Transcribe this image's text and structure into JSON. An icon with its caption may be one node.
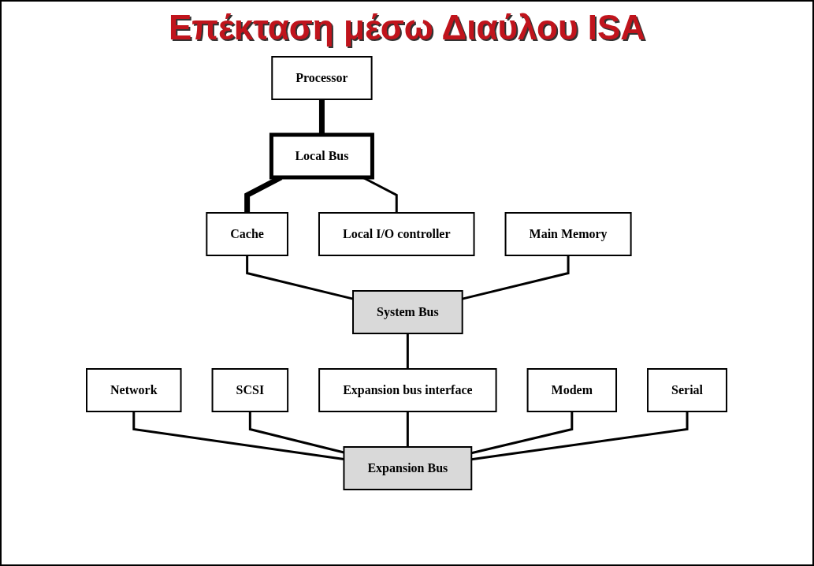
{
  "diagram": {
    "title": "Επέκταση μέσω Διαύλου ISA",
    "nodes": [
      {
        "text": [
          "Processor"
        ]
      },
      {
        "text": [
          "Local Bus"
        ]
      },
      {
        "text": [
          "Cache"
        ]
      },
      {
        "text": [
          "Local I/O controller"
        ]
      },
      {
        "text": [
          "Main Memory"
        ]
      },
      {
        "text": [
          "System Bus"
        ]
      },
      {
        "text": [
          "Network"
        ]
      },
      {
        "text": [
          "SCSI"
        ]
      },
      {
        "text": [
          "Expansion bus interface"
        ]
      },
      {
        "text": [
          "Modem"
        ]
      },
      {
        "text": [
          "Serial"
        ]
      },
      {
        "text": [
          "Expansion Bus"
        ]
      }
    ],
    "edges": [
      {
        "from": 0,
        "to": 1,
        "arrow": "none",
        "style": "thick"
      },
      {
        "from": 1,
        "to": 2,
        "arrow": "none",
        "style": "thick"
      },
      {
        "from": 1,
        "to": 3,
        "arrow": "none"
      },
      {
        "from": 2,
        "to": 5,
        "arrow": "none"
      },
      {
        "from": 4,
        "to": 5,
        "arrow": "none"
      },
      {
        "from": 5,
        "to": 8,
        "arrow": "none"
      },
      {
        "from": 6,
        "to": 11,
        "arrow": "none"
      },
      {
        "from": 7,
        "to": 11,
        "arrow": "none"
      },
      {
        "from": 8,
        "to": 11,
        "arrow": "none"
      },
      {
        "from": 9,
        "to": 11,
        "arrow": "none"
      },
      {
        "from": 10,
        "to": 11,
        "arrow": "none"
      }
    ]
  }
}
